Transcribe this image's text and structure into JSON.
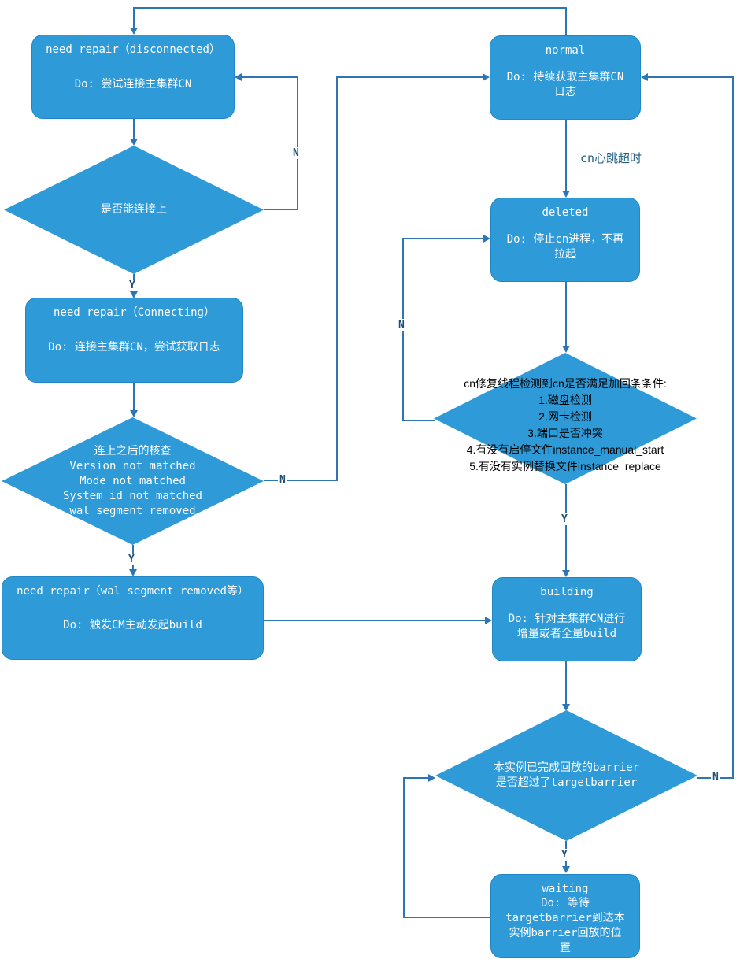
{
  "colors": {
    "shape_fill": "#2e9ad8",
    "shape_border": "#2186c5",
    "connector": "#2e75b6",
    "shape_text": "#ffffff",
    "decision_overflow_text": "#000000",
    "edge_label_text": "#1f4e79",
    "flow_label_text": "#1e5e80"
  },
  "nodes": {
    "disconnected": {
      "title": "need repair（disconnected）",
      "body": "Do: 尝试连接主集群CN"
    },
    "normal": {
      "title": "normal",
      "body": "Do: 持续获取主集群CN\n日志"
    },
    "connecting": {
      "title": "need repair（Connecting）",
      "body": "Do: 连接主集群CN，尝试获取日志"
    },
    "wal_removed": {
      "title": "need repair（wal segment removed等）",
      "body": "Do: 触发CM主动发起build"
    },
    "deleted": {
      "title": "deleted",
      "body": "Do: 停止cn进程，不再\n拉起"
    },
    "building": {
      "title": "building",
      "body": "Do: 针对主集群CN进行\n增量或者全量build"
    },
    "waiting": {
      "title": "waiting",
      "body": "Do: 等待\ntargetbarrier到达本\n实例barrier回放的位\n置"
    }
  },
  "decisions": {
    "can_connect": {
      "text": "是否能连接上"
    },
    "post_connect_check": {
      "text": "连上之后的核查\nVersion not matched\nMode not matched\nSystem id not matched\nwal segment removed"
    },
    "rejoin_check": {
      "text": "cn修复线程检测到cn是否满足加回条条件:\n1.磁盘检测\n2.网卡检测\n3.端口是否冲突\n4.有没有启停文件instance_manual_start\n5.有没有实例替换文件instance_replace"
    },
    "barrier_check": {
      "text": "本实例已完成回放的barrier\n是否超过了targetbarrier"
    }
  },
  "edge_labels": {
    "can_connect_no": "N",
    "can_connect_yes": "Y",
    "post_check_no": "N",
    "post_check_yes": "Y",
    "heartbeat_timeout": "cn心跳超时",
    "rejoin_no": "N",
    "rejoin_yes": "Y",
    "barrier_no": "N",
    "barrier_yes": "Y"
  }
}
